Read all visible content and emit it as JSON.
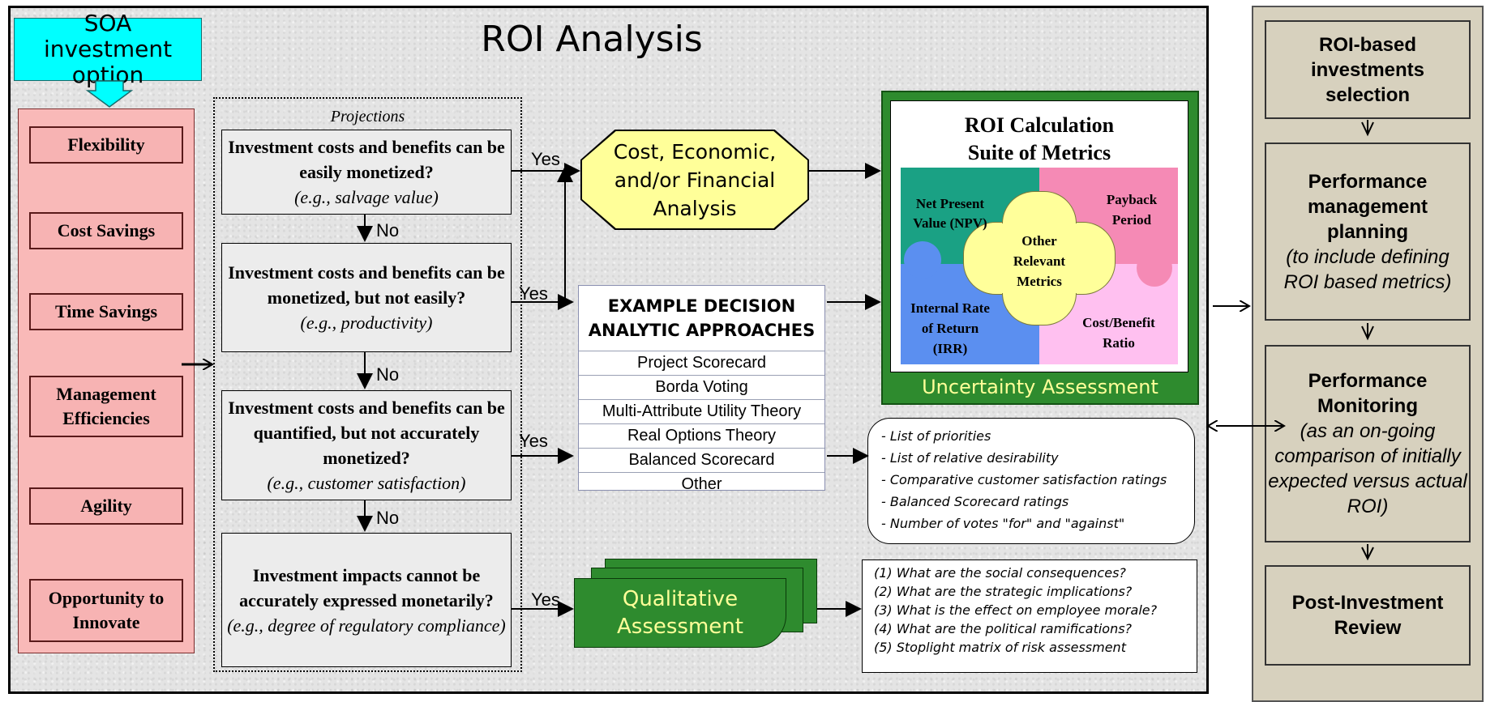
{
  "title": "ROI Analysis",
  "soa_option": "SOA investment option",
  "benefits": [
    "Flexibility",
    "Cost Savings",
    "Time Savings",
    "Management Efficiencies",
    "Agility",
    "Opportunity to Innovate"
  ],
  "projections_label": "Projections",
  "questions": [
    {
      "text": "Investment costs and benefits can be easily monetized?",
      "example": "(e.g., salvage value)"
    },
    {
      "text": "Investment costs and benefits can be monetized, but not easily?",
      "example": "(e.g., productivity)"
    },
    {
      "text": "Investment costs and benefits can be quantified, but not accurately monetized?",
      "example": "(e.g., customer satisfaction)"
    },
    {
      "text": "Investment impacts cannot be accurately expressed monetarily?",
      "example": "(e.g., degree of regulatory compliance)"
    }
  ],
  "yes_label": "Yes",
  "no_label": "No",
  "cost_analysis": "Cost, Economic, and/or Financial Analysis",
  "decision_approaches": {
    "title": "EXAMPLE DECISION ANALYTIC APPROACHES",
    "items": [
      "Project Scorecard",
      "Borda Voting",
      "Multi-Attribute Utility Theory",
      "Real Options Theory",
      "Balanced Scorecard",
      "Other"
    ]
  },
  "roi_calc": {
    "title_line1": "ROI Calculation",
    "title_line2": "Suite of Metrics",
    "npv": "Net Present Value (NPV)",
    "payback": "Payback Period",
    "other": "Other Relevant Metrics",
    "irr": "Internal Rate of Return (IRR)",
    "cbr": "Cost/Benefit Ratio",
    "uncertainty": "Uncertainty Assessment"
  },
  "qualitative": "Qualitative Assessment",
  "decision_outputs": [
    "- List of priorities",
    "- List of relative desirability",
    "- Comparative customer satisfaction ratings",
    "- Balanced Scorecard ratings",
    "- Number of votes \"for\" and \"against\""
  ],
  "qualitative_questions": [
    "(1)  What are the social consequences?",
    "(2)  What are the strategic implications?",
    "(3) What is the effect on employee morale?",
    "(4)  What are the political ramifications?",
    "(5)  Stoplight matrix of risk assessment"
  ],
  "lifecycle": {
    "selection": "ROI-based investments selection",
    "planning_title": "Performance management planning",
    "planning_note": "(to include defining ROI based metrics)",
    "monitoring_title": "Performance Monitoring",
    "monitoring_note": "(as an on-going comparison of initially expected versus actual ROI)",
    "review": "Post-Investment Review"
  },
  "colors": {
    "pink": "#f9b9b8",
    "cyan": "#00ffff",
    "green": "#2e8b2e",
    "yellow": "#ffff99",
    "khaki": "#d7d1be"
  }
}
